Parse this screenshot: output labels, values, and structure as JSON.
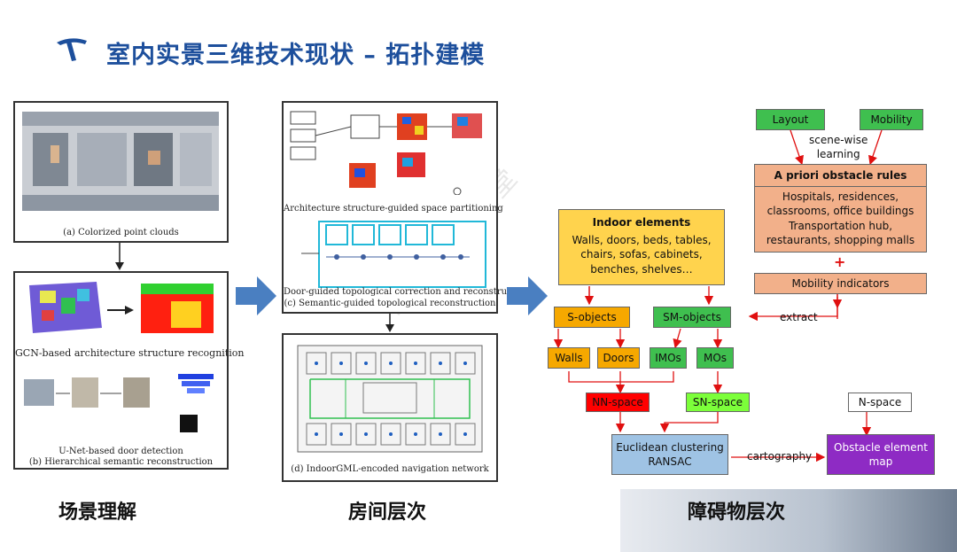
{
  "title": "室内实景三维技术现状 – 拓扑建模",
  "captions": {
    "scene": "场景理解",
    "room": "房间层次",
    "obstacle": "障碍物层次"
  },
  "left_panel": {
    "top_caption": "(a) Colorized point clouds",
    "gcn_caption": "GCN-based architecture structure recognition",
    "unet_caption": "U-Net-based door detection",
    "bottom_caption": "(b) Hierarchical semantic reconstruction"
  },
  "middle_panel": {
    "caption1": "Architecture structure-guided space partitioning",
    "caption2": "Door-guided topological correction and reconstruction",
    "caption3": "(c) Semantic-guided topological reconstruction",
    "caption4": "(d) IndoorGML-encoded navigation network"
  },
  "diagram": {
    "layout": "Layout",
    "mobility": "Mobility",
    "scene_wise": "scene-wise\nlearning",
    "apriori_title": "A priori obstacle rules",
    "apriori_body": "Hospitals, residences,\nclassrooms, office buildings\nTransportation hub,\nrestaurants, shopping malls",
    "plus": "+",
    "mobility_indicators": "Mobility indicators",
    "extract": "extract",
    "indoor_title": "Indoor elements",
    "indoor_body": "Walls, doors, beds, tables,\nchairs, sofas, cabinets,\nbenches, shelves…",
    "s_objects": "S-objects",
    "sm_objects": "SM-objects",
    "walls": "Walls",
    "doors": "Doors",
    "imos": "IMOs",
    "mos": "MOs",
    "nn_space": "NN-space",
    "sn_space": "SN-space",
    "n_space": "N-space",
    "euclid": "Euclidean clustering\nRANSAC",
    "cartography": "cartography",
    "obstacle_map": "Obstacle element\nmap"
  },
  "colors": {
    "title": "#1d4f9c",
    "arrow_blue": "#4a7fc1",
    "line_red": "#e01010"
  }
}
